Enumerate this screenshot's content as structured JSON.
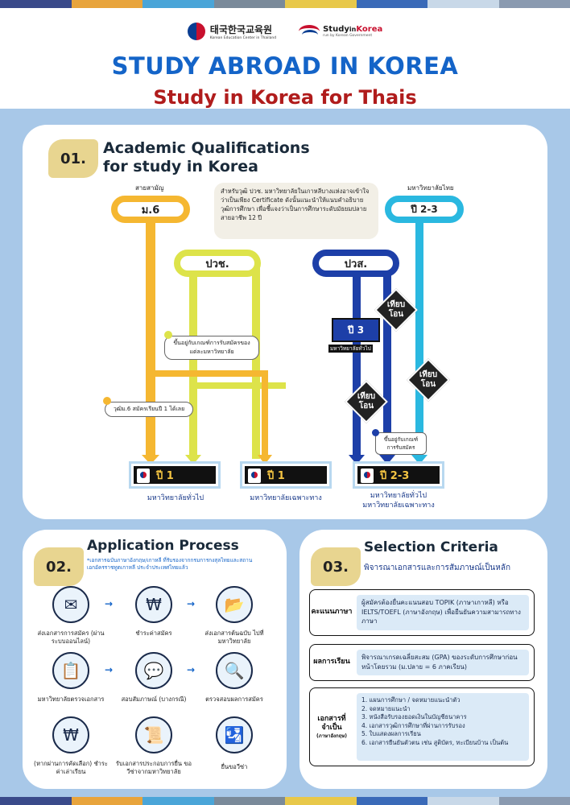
{
  "stripe_colors": [
    "#3a4a8a",
    "#e8a43c",
    "#4aa5d8",
    "#7a8a9a",
    "#e8c84a",
    "#3a6ab8",
    "#c8d8e8",
    "#8a9ab0"
  ],
  "header": {
    "kec_ko": "태국한국교육원",
    "kec_en": "Korean Education Center in Thailand",
    "sik_study": "Study",
    "sik_in": "in",
    "sik_korea": "Korea",
    "sik_sub": "run by Korean Government",
    "title": "STUDY ABROAD IN KOREA",
    "subtitle": "Study in Korea for Thais"
  },
  "section1": {
    "num": "01.",
    "title_l1": "Academic Qualifications",
    "title_l2": "for study in Korea",
    "label_general": "สายสามัญ",
    "label_thai_uni": "มหาวิทยาลัยไทย",
    "pill_m6": "ม.6",
    "pill_year23": "ปี 2-3",
    "pill_pvc": "ปวช.",
    "pill_pvs": "ปวส.",
    "note_main": "สำหรับวุฒิ ปวช. มหาวิทยาลัยในเกาหลีบางแห่งอาจเข้าใจว่าเป็นเพียง Certificate ดังนั้นแนะนำให้แนบคำอธิบายวุฒิการศึกษา เพื่อชี้แจงว่าเป็นการศึกษาระดับมัธยมปลายสายอาชีพ 12 ปี",
    "note_uni_criteria": "ขึ้นอยู่กับเกณฑ์การรับสมัครของแต่ละมหาวิทยาลัย",
    "note_m6_year1": "วุฒิม.6 สมัครเรียนปี 1 ได้เลย",
    "box_year3": "ปี 3",
    "box_year3_sub": "มหาวิทยาลัยทั่วไป",
    "diamond1": "เทียบโอน",
    "diamond2": "เทียบโอน",
    "diamond3": "เทียบโอน",
    "note_admission": "ขึ้นอยู่กับเกณฑ์การรับสมัคร",
    "dest1_year": "ปี 1",
    "dest1_label": "มหาวิทยาลัยทั่วไป",
    "dest2_year": "ปี 1",
    "dest2_label": "มหาวิทยาลัยเฉพาะทาง",
    "dest3_year": "ปี 2-3",
    "dest3_label_l1": "มหาวิทยาลัยทั่วไป",
    "dest3_label_l2": "มหาวิทยาลัยเฉพาะทาง"
  },
  "section2": {
    "num": "02.",
    "title": "Application Process",
    "note": "*เอกสารฉบับภาษาอังกฤษ/เกาหลี ที่รับรองจากกรมการกงสุลไทยและสถานเอกอัครราชทูตเกาหลี ประจำประเทศไทยแล้ว",
    "steps": [
      {
        "icon": "✉",
        "label": "ส่งเอกสารการสมัคร (ผ่านระบบออนไลน์)"
      },
      {
        "icon": "₩",
        "label": "ชำระค่าสมัคร"
      },
      {
        "icon": "📂",
        "label": "ส่งเอกสารต้นฉบับ ไปที่มหาวิทยาลัย"
      },
      {
        "icon": "📋",
        "label": "มหาวิทยาลัยตรวจเอกสาร"
      },
      {
        "icon": "💬",
        "label": "สอบสัมภาษณ์ (บางกรณี)"
      },
      {
        "icon": "🔍",
        "label": "ตรวจสอบผลการสมัคร"
      },
      {
        "icon": "₩",
        "label": "(หากผ่านการคัดเลือก) ชำระค่าเล่าเรียน"
      },
      {
        "icon": "📜",
        "label": "รับเอกสารประกอบการยื่น ขอวีซ่าจากมหาวิทยาลัย"
      },
      {
        "icon": "🛂",
        "label": "ยื่นขอวีซ่า"
      }
    ],
    "arrow": "→"
  },
  "section3": {
    "num": "03.",
    "title": "Selection Criteria",
    "subtitle": "พิจารณาเอกสารและการสัมภาษณ์เป็นหลัก",
    "c1_label": "คะแนนภาษา",
    "c1_text": "ผู้สมัครต้องยื่นคะแนนสอบ TOPIK (ภาษาเกาหลี) หรือ IELTS/TOEFL (ภาษาอังกฤษ) เพื่อยืนยันความสามารถทางภาษา",
    "c2_label": "ผลการเรียน",
    "c2_text": "พิจารณาเกรดเฉลี่ยสะสม (GPA) ของระดับการศึกษาก่อนหน้าโดยรวม (ม.ปลาย = 6 ภาคเรียน)",
    "c3_label": "เอกสารที่จำเป็น",
    "c3_label_sub": "(ภาษาอังกฤษ)",
    "c3_items": [
      "1. แผนการศึกษา / จดหมายแนะนำตัว",
      "2. จดหมายแนะนำ",
      "3. หนังสือรับรองยอดเงินในบัญชีธนาคาร",
      "4. เอกสารวุฒิการศึกษาที่ผ่านการรับรอง",
      "5. ใบแสดงผลการเรียน",
      "6. เอกสารยืนยันตัวตน เช่น สูติบัตร, ทะเบียนบ้าน เป็นต้น"
    ]
  }
}
